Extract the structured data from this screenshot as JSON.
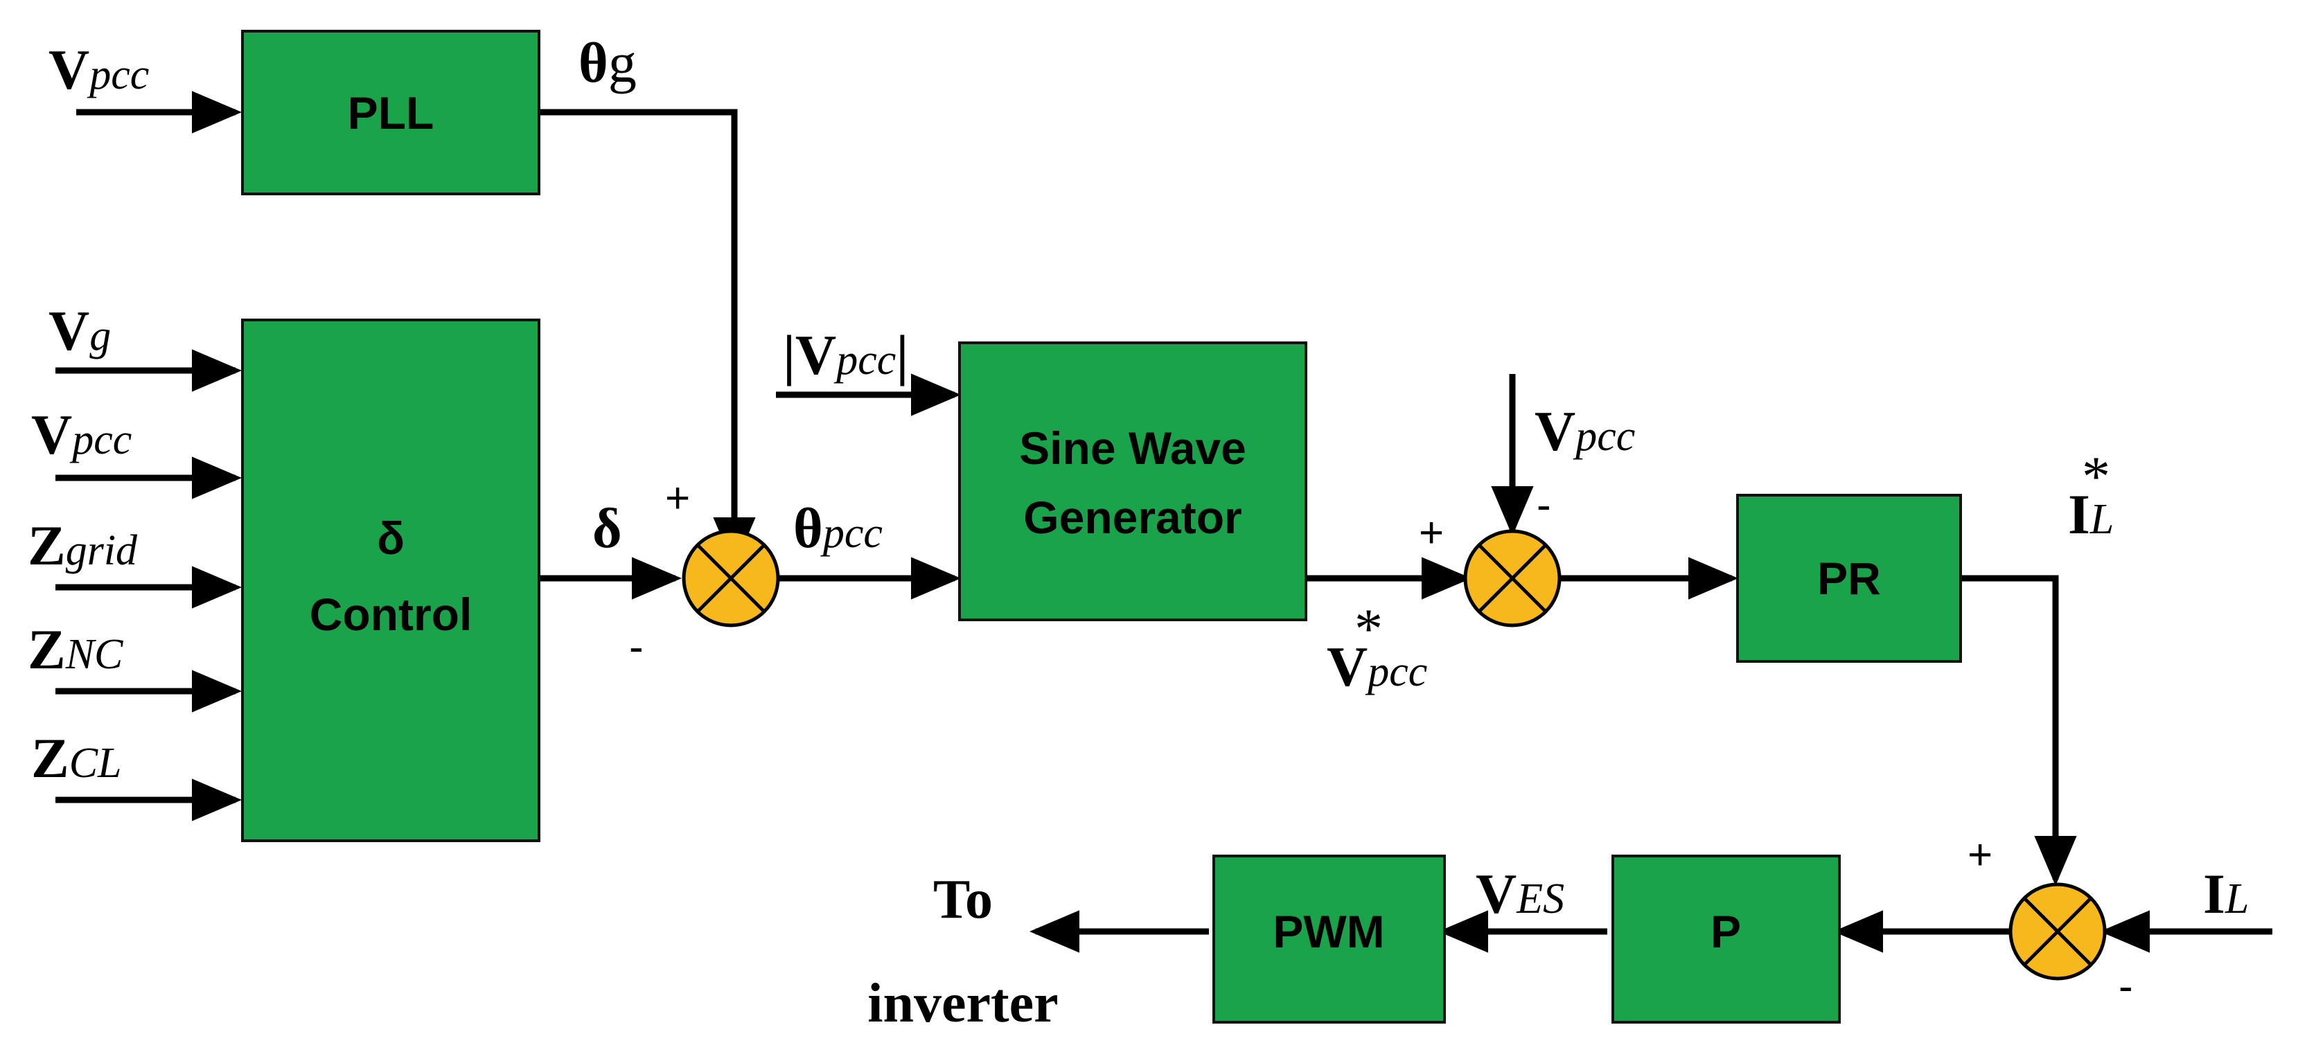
{
  "blocks": {
    "pll": "PLL",
    "delta_control": [
      "δ",
      "Control"
    ],
    "sine_wave_generator": [
      "Sine Wave",
      "Generator"
    ],
    "pr": "PR",
    "p": "P",
    "pwm": "PWM"
  },
  "signals": {
    "vpcc_pll": {
      "main": "V",
      "sub": "pcc"
    },
    "theta_g": {
      "main": "θ",
      "sub": "g"
    },
    "vg": {
      "main": "V",
      "sub": "g"
    },
    "vpcc_delta": {
      "main": "V",
      "sub": "pcc"
    },
    "zgrid": {
      "main": "Z",
      "sub": "grid"
    },
    "znc": {
      "main": "Z",
      "sub": "NC"
    },
    "zcl": {
      "main": "Z",
      "sub": "CL"
    },
    "delta": {
      "main": "δ"
    },
    "theta_pcc": {
      "main": "θ",
      "sub": "pcc"
    },
    "vpcc_mag": {
      "main": "|V",
      "sub": "pcc",
      "suffix": "|"
    },
    "vpcc_ref": {
      "main": "V",
      "sub": "pcc",
      "sup": "*"
    },
    "vpcc_feedback": {
      "main": "V",
      "sub": "pcc"
    },
    "il_ref": {
      "main": "I",
      "sub": "L",
      "sup": "*"
    },
    "il": {
      "main": "I",
      "sub": "L"
    },
    "ves": {
      "main": "V",
      "sub": "ES"
    }
  },
  "signs": {
    "sum1_plus": "+",
    "sum1_minus": "-",
    "sum2_plus": "+",
    "sum2_minus": "-",
    "sum3_plus": "+",
    "sum3_minus": "-"
  },
  "output": [
    "To",
    "inverter"
  ],
  "colors": {
    "block_fill": "#1aa34a",
    "summer_fill": "#f6b81c",
    "line": "#000000"
  }
}
